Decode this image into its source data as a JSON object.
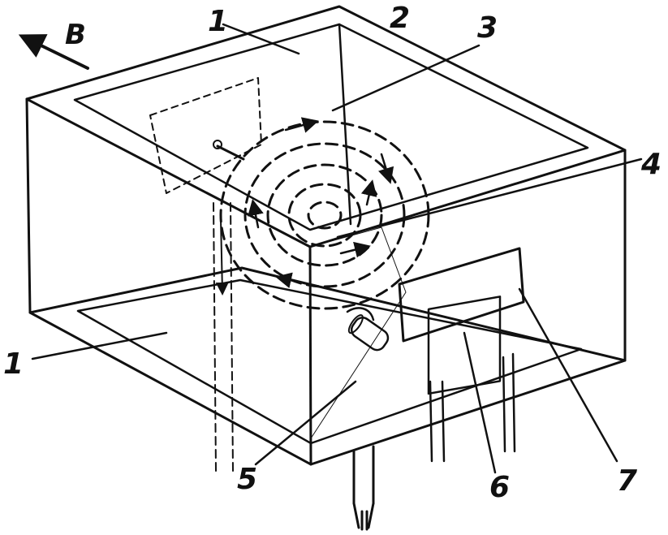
{
  "field_label": "B",
  "labels": {
    "top_plate": "1",
    "bottom_plate": "1",
    "two": "2",
    "three": "3",
    "four": "4",
    "five": "5",
    "six": "6",
    "seven": "7"
  },
  "colors": {
    "ink": "#111111",
    "paper": "#ffffff"
  }
}
